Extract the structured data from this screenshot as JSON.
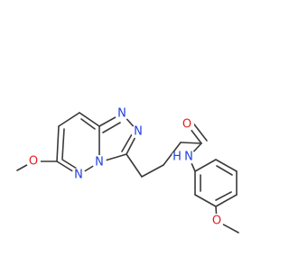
{
  "molecule": {
    "colors": {
      "bond": "#3a3a3a",
      "nitrogen": "#1f3fe0",
      "oxygen": "#e01f1f",
      "background": "#ffffff"
    },
    "atom_labels": {
      "o_methoxy_left": "O",
      "n_pyridazine": "N",
      "n_bridge": "N",
      "n_triazole_top": "N",
      "n_triazole_right": "N",
      "o_carbonyl": "O",
      "n_amide": "N",
      "h_amide": "H",
      "o_methoxy_right": "O"
    }
  }
}
